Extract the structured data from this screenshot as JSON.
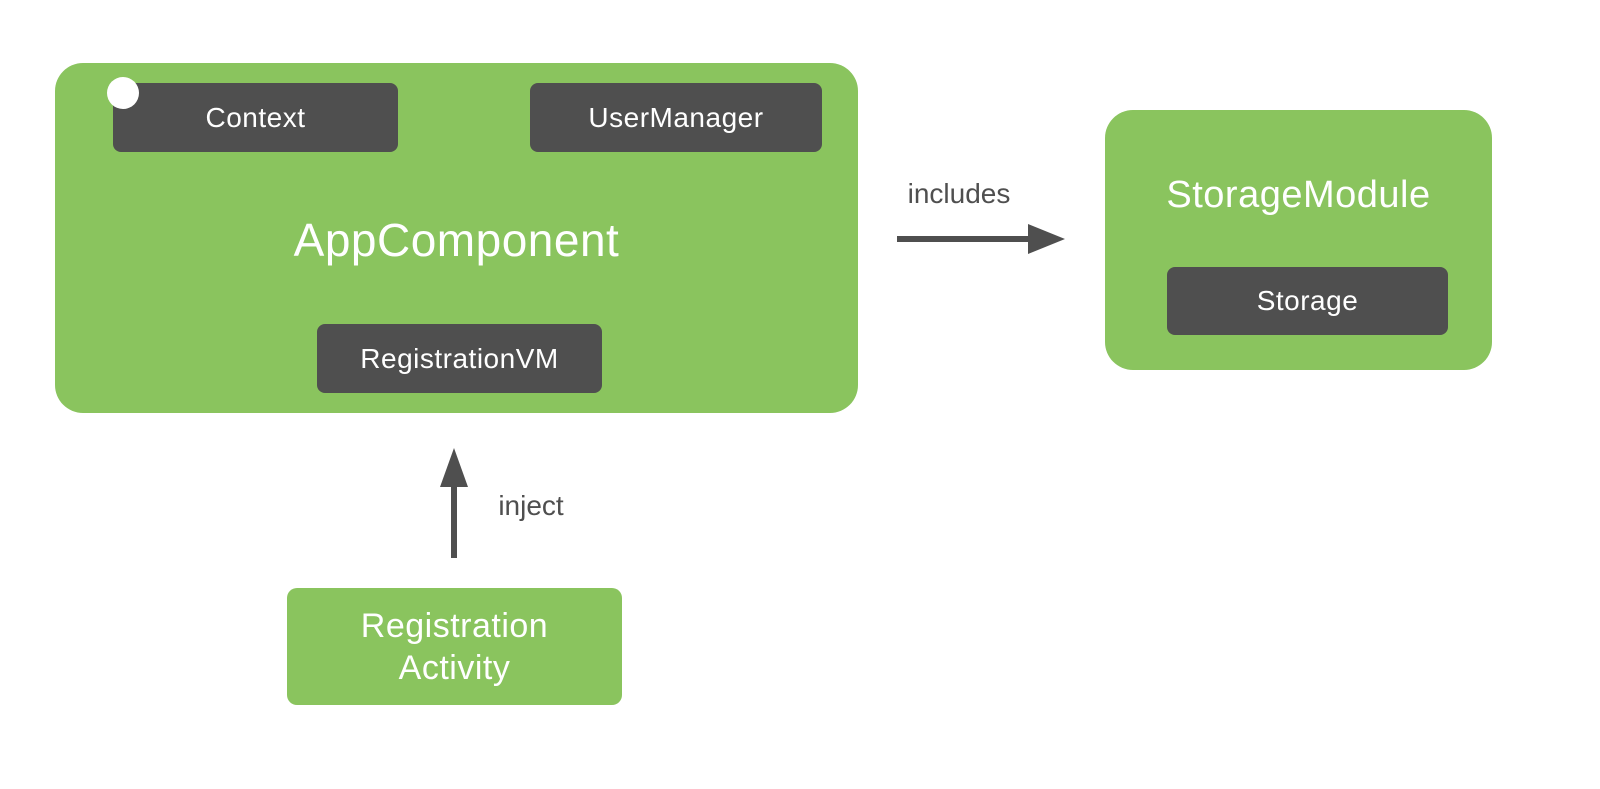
{
  "diagram": {
    "app_component": {
      "title": "AppComponent",
      "dependencies": [
        "Context",
        "UserManager",
        "RegistrationVM"
      ],
      "scope_marker": "white-dot"
    },
    "storage_module": {
      "title": "StorageModule",
      "dependencies": [
        "Storage"
      ]
    },
    "registration_activity": {
      "line1": "Registration",
      "line2": "Activity"
    },
    "edges": {
      "includes": "includes",
      "inject": "inject"
    },
    "colors": {
      "module_green": "#8AC45E",
      "dependency_gray": "#4F4F4F",
      "arrow_gray": "#4F4F4F",
      "label_gray": "#4F4F4F",
      "text_white": "#FFFFFF",
      "background_white": "#FFFFFF"
    }
  }
}
